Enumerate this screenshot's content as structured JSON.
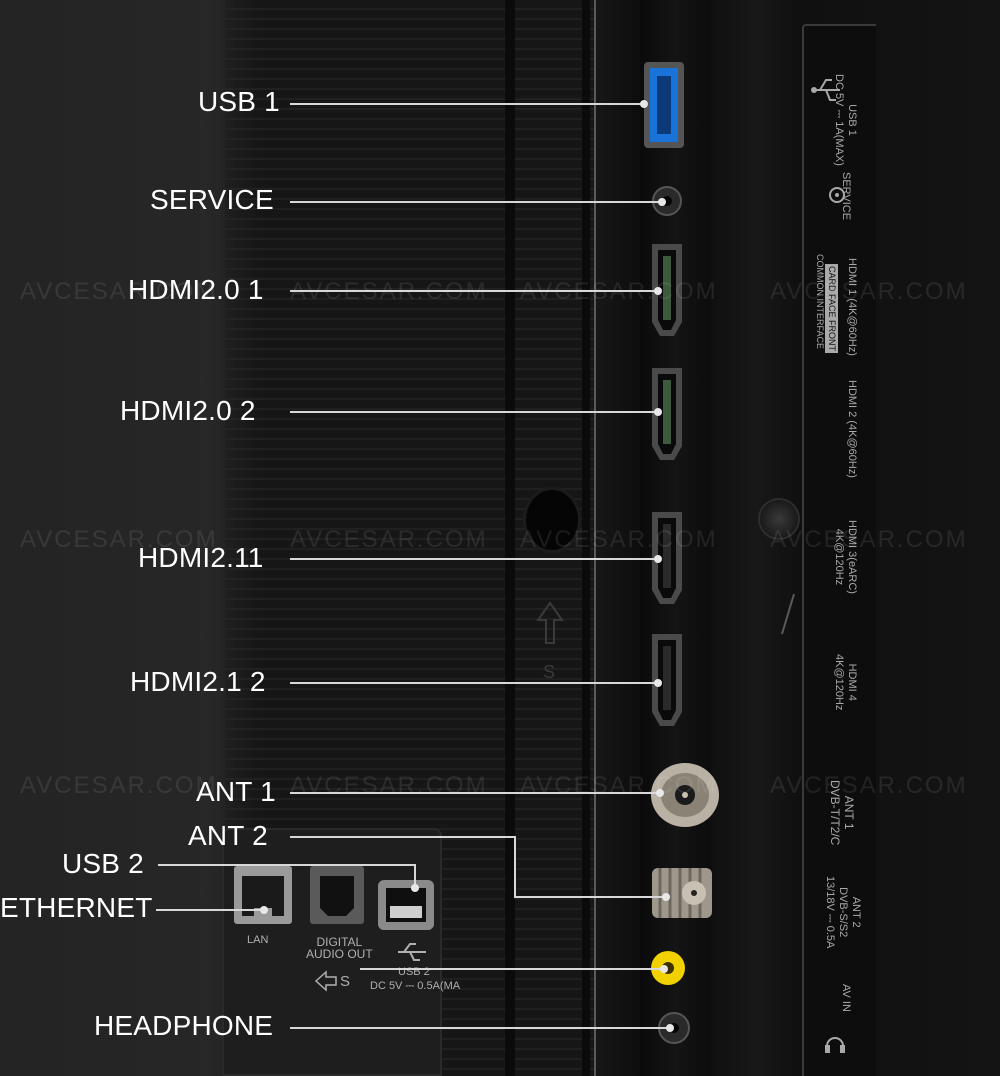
{
  "callouts": {
    "usb1": "USB 1",
    "service": "SERVICE",
    "hdmi20_1": "HDMI2.0 1",
    "hdmi20_2": "HDMI2.0 2",
    "hdmi21_1": "HDMI2.11",
    "hdmi21_2": "HDMI2.1 2",
    "ant1": "ANT 1",
    "ant2": "ANT 2",
    "usb2": "USB 2",
    "ethernet": "ETHERNET",
    "headphone": "HEADPHONE"
  },
  "panel_labels": {
    "usb1": "USB 1\nDC 5V ⎓ 1A(MAX)",
    "service": "SERVICE",
    "common_interface": "COMMON INTERFACE",
    "card_face_front": "CARD FACE FRONT",
    "hdmi1": "HDMI 1 (4K@60Hz)",
    "hdmi2": "HDMI 2 (4K@60Hz)",
    "hdmi3": "HDMI 3(eARC)\n4K@120Hz",
    "hdmi4": "HDMI 4\n4K@120Hz",
    "ant1": "ANT 1\nDVB-T/T2/C",
    "ant2": "ANT 2\nDVB-S/S2\n13/18V ⎓ 0.5A",
    "avin": "AV IN"
  },
  "bottom_labels": {
    "lan": "LAN",
    "digital_audio_out": "DIGITAL\nAUDIO OUT",
    "usb2": "USB 2",
    "usb2_power": "DC 5V ⎓ 0.5A(MA",
    "s_mark": "S"
  },
  "watermark": "AVCESAR.COM",
  "colors": {
    "usb3_blue": "#1a73d9",
    "av_yellow": "#f2d100",
    "callout_line": "#d8d8d8"
  }
}
